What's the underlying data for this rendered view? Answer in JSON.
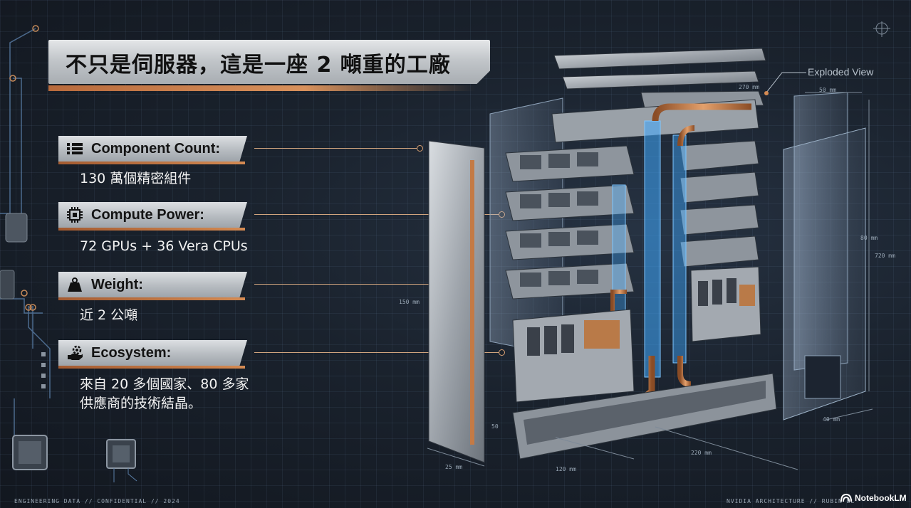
{
  "title": "不只是伺服器，這是一座 2 噸重的工廠",
  "items": [
    {
      "label": "Component Count:",
      "value": "130 萬個精密組件",
      "icon": "list-icon"
    },
    {
      "label": "Compute Power:",
      "value": "72 GPUs + 36 Vera CPUs",
      "icon": "chip-icon"
    },
    {
      "label": "Weight:",
      "value": "近 2 公噸",
      "icon": "weight-icon"
    },
    {
      "label": "Ecosystem:",
      "value_line1": "來自 20 多個國家、80 多家",
      "value_line2": "供應商的技術結晶。",
      "icon": "hand-gear-icon"
    }
  ],
  "exploded_view_label": "Exploded View",
  "footer_left": "ENGINEERING DATA // CONFIDENTIAL // 2024",
  "footer_right": "NVIDIA ARCHITECTURE // RUBIN BL",
  "brand": "NotebookLM",
  "dimension_labels": {
    "top": "270 mm",
    "top_right": "50 mm",
    "side_left": "150 mm",
    "right_height": "720 mm",
    "right_mid": "80 mm",
    "bottom_left": "25 mm",
    "bottom": "120 mm",
    "bottom_right_a": "220 mm",
    "bottom_right_b": "40 mm",
    "left_small": "50"
  },
  "colors": {
    "accent": "#d48a52",
    "coolant": "#3fa9ff",
    "copper": "#c47a45"
  }
}
